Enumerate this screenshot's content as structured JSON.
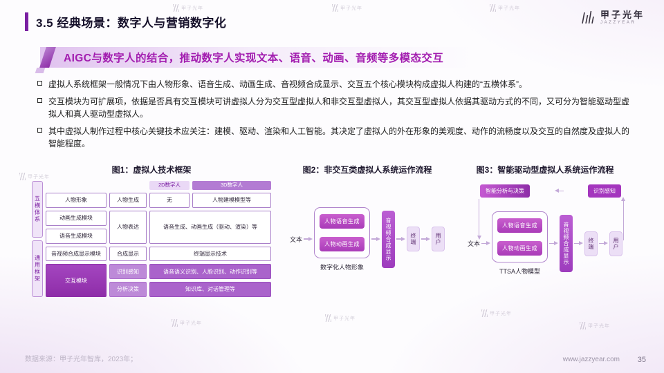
{
  "brand": {
    "logo_text": "甲子光年",
    "logo_sub": "JAZZYEAR",
    "watermark": "甲子光年"
  },
  "header": {
    "title": "3.5 经典场景：数字人与营销数字化"
  },
  "subtitle": {
    "text": "AIGC与数字人的结合，推动数字人实现文本、语音、动画、音频等多模态交互"
  },
  "bullets": [
    "虚拟人系统框架一般情况下由人物形象、语音生成、动画生成、音视频合成显示、交互五个核心模块构成虚拟人构建的“五横体系”。",
    "交互模块为可扩展项，依据是否具有交互模块可讲虚拟人分为交互型虚拟人和非交互型虚拟人，其交互型虚拟人依据其驱动方式的不同，又可分为智能驱动型虚拟人和真人驱动型虚拟人。",
    "其中虚拟人制作过程中核心关键技术应关注：建模、驱动、渲染和人工智能。其决定了虚拟人的外在形象的美观度、动作的流畅度以及交互的自然度及虚拟人的智能程度。"
  ],
  "figure1": {
    "title": "图1：虚拟人技术框架",
    "side_top": "五横体系",
    "side_bottom": "通用框架",
    "header_2d": "2D数字人",
    "header_3d": "3D数字人",
    "left": [
      "人物形象",
      "动画生成模块",
      "语音生成模块",
      "音视频合成显示模块",
      "交互模块"
    ],
    "mid": [
      "人物生成",
      "人物表达",
      "合成显示",
      "识别感知",
      "分析决策"
    ],
    "right_none": "无",
    "right_modeling": "人物建模模型等",
    "right_gen": "语音生成、动画生成（驱动、渲染）等",
    "right_display": "终端显示技术",
    "right_recognition": "语音语义识别、人脸识别、动作识别等",
    "right_knowledge": "知识库、对话管理等"
  },
  "figure2": {
    "title": "图2：非交互类虚拟人系统运作流程",
    "input": "文本",
    "voice_gen": "人物语音生成",
    "anim_gen": "人物动画生成",
    "synthesis": "音视频合成显示",
    "terminal": "终端",
    "user": "用户",
    "caption": "数字化人物形象"
  },
  "figure3": {
    "title": "图3：智能驱动型虚拟人系统运作流程",
    "decision": "智能分析与决策",
    "recognition": "识别感知",
    "input": "文本",
    "voice_gen": "人物语音生成",
    "anim_gen": "人物动画生成",
    "synthesis": "音视频合成显示",
    "terminal": "终端",
    "user": "用户",
    "caption": "TTSA人物模型"
  },
  "footer": {
    "source": "数据来源：甲子光年智库，2023年；",
    "website": "www.jazzyear.com",
    "page": "35"
  },
  "colors": {
    "accent_purple": "#7A1FA2",
    "magenta": "#A21CAF",
    "light_fill": "#F0E4F8"
  }
}
